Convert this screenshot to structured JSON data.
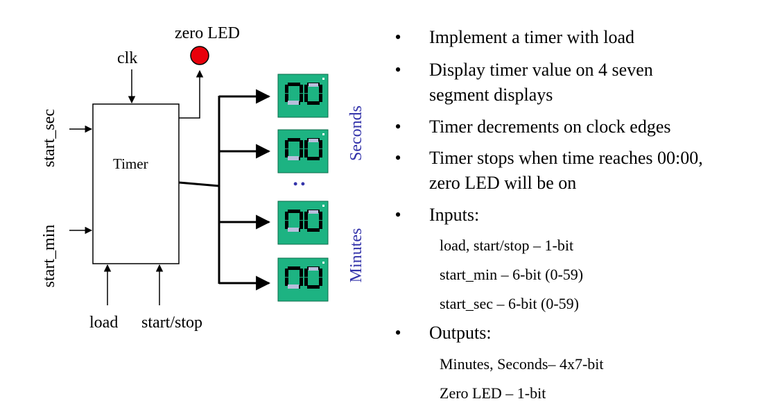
{
  "diagram": {
    "block_label": "Timer",
    "clk_label": "clk",
    "zero_led_label": "zero LED",
    "start_sec_label": "start_sec",
    "start_min_label": "start_min",
    "load_label": "load",
    "start_stop_label": "start/stop",
    "seconds_label": "Seconds",
    "minutes_label": "Minutes",
    "ellipsis": "• •",
    "colors": {
      "led": "#e8000b",
      "display_bg": "#1db382",
      "segment": "#000000",
      "segment_dim": "#b8bedc",
      "side_label": "#3333aa"
    },
    "display_glyph": "00"
  },
  "bullets": {
    "b1": "Implement a timer with load",
    "b2_line1": "Display timer value on 4 seven",
    "b2_line2": "segment displays",
    "b3": "Timer decrements on clock edges",
    "b4_line1": "Timer stops when time reaches 00:00,",
    "b4_line2": "zero LED will be on",
    "b5": "Inputs:",
    "inputs": [
      "load, start/stop – 1-bit",
      "start_min – 6-bit (0-59)",
      "start_sec – 6-bit (0-59)"
    ],
    "b6": "Outputs:",
    "outputs": [
      "Minutes, Seconds– 4x7-bit",
      "Zero LED – 1-bit"
    ]
  }
}
